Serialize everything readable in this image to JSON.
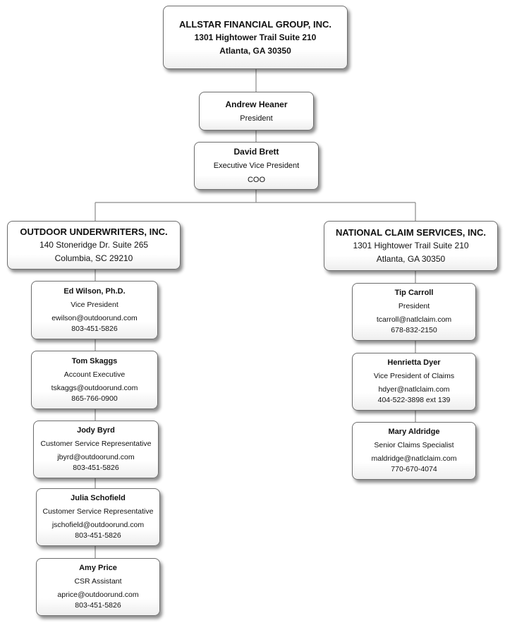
{
  "corporate": {
    "name": "ALLSTAR FINANCIAL GROUP, INC.",
    "address": "1301 Hightower Trail  Suite 210",
    "city": "Atlanta, GA  30350"
  },
  "executives": [
    {
      "name": "Andrew Heaner",
      "title": "President"
    },
    {
      "name": "David Brett",
      "title": "Executive Vice President",
      "title2": "COO"
    }
  ],
  "divisions": [
    {
      "name": "OUTDOOR UNDERWRITERS, INC.",
      "address": "140 Stoneridge Dr.  Suite 265",
      "city": "Columbia, SC  29210",
      "staff": [
        {
          "name": "Ed Wilson, Ph.D.",
          "title": "Vice President",
          "email": "ewilson@outdoorund.com",
          "phone": "803-451-5826"
        },
        {
          "name": "Tom Skaggs",
          "title": "Account Executive",
          "email": "tskaggs@outdoorund.com",
          "phone": "865-766-0900"
        },
        {
          "name": "Jody Byrd",
          "title": "Customer Service Representative",
          "email": "jbyrd@outdoorund.com",
          "phone": "803-451-5826"
        },
        {
          "name": "Julia Schofield",
          "title": "Customer Service Representative",
          "email": "jschofield@outdoorund.com",
          "phone": "803-451-5826"
        },
        {
          "name": "Amy Price",
          "title": "CSR Assistant",
          "email": "aprice@outdoorund.com",
          "phone": "803-451-5826"
        }
      ]
    },
    {
      "name": "NATIONAL CLAIM SERVICES, INC.",
      "address": "1301 Hightower Trail  Suite 210",
      "city": "Atlanta, GA  30350",
      "staff": [
        {
          "name": "Tip Carroll",
          "title": "President",
          "email": "tcarroll@natlclaim.com",
          "phone": "678-832-2150"
        },
        {
          "name": "Henrietta Dyer",
          "title": "Vice President of Claims",
          "email": "hdyer@natlclaim.com",
          "phone": "404-522-3898 ext 139"
        },
        {
          "name": "Mary Aldridge",
          "title": "Senior Claims Specialist",
          "email": "maldridge@natlclaim.com",
          "phone": "770-670-4074"
        }
      ]
    }
  ]
}
